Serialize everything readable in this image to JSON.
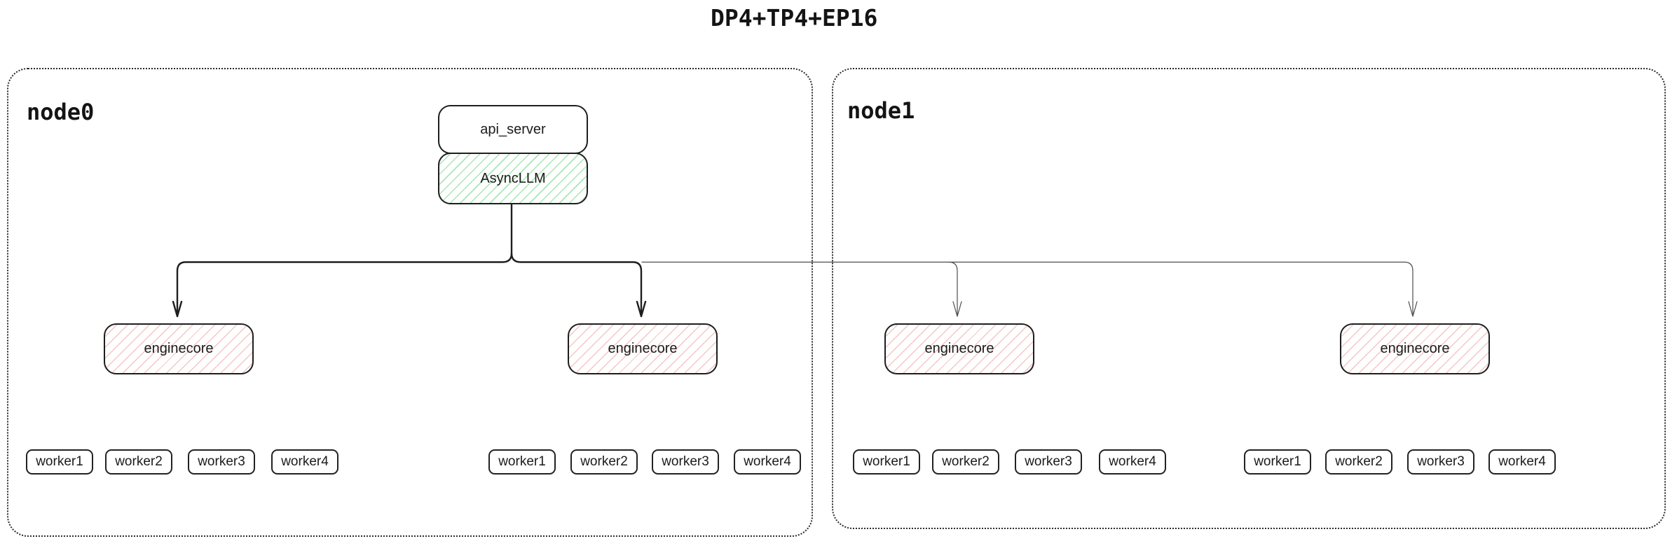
{
  "title": "DP4+TP4+EP16",
  "colors": {
    "border": "#1e1e1e",
    "thin_line": "#4d4d4d",
    "async_hatch": "#a9e6b5",
    "engine_hatch": "#f4c7c3",
    "bg": "#ffffff"
  },
  "nodes": [
    {
      "label": "node0",
      "api_server_label": "api_server",
      "asyncllm_label": "AsyncLLM",
      "enginecores": [
        {
          "label": "enginecore",
          "workers": [
            "worker1",
            "worker2",
            "worker3",
            "worker4"
          ]
        },
        {
          "label": "enginecore",
          "workers": [
            "worker1",
            "worker2",
            "worker3",
            "worker4"
          ]
        }
      ]
    },
    {
      "label": "node1",
      "enginecores": [
        {
          "label": "enginecore",
          "workers": [
            "worker1",
            "worker2",
            "worker3",
            "worker4"
          ]
        },
        {
          "label": "enginecore",
          "workers": [
            "worker1",
            "worker2",
            "worker3",
            "worker4"
          ]
        }
      ]
    }
  ]
}
